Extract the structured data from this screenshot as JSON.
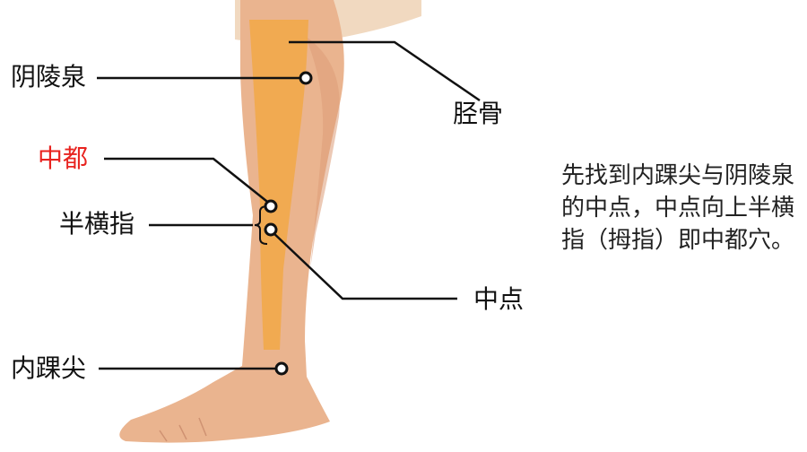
{
  "labels": {
    "yinlingquan": "阴陵泉",
    "zhongdu": "中都",
    "banhengzhi": "半横指",
    "neihuaijian": "内踝尖",
    "jinggu": "胫骨",
    "zhongdian": "中点"
  },
  "description": "先找到内踝尖与阴陵泉的中点，中点向上半横指（拇指）即中都穴。",
  "colors": {
    "highlight_label": "#e8231f",
    "skin": "#eab48f",
    "tibia": "#f1a94c",
    "shorts": "#f1d9c0",
    "line": "#111111"
  }
}
